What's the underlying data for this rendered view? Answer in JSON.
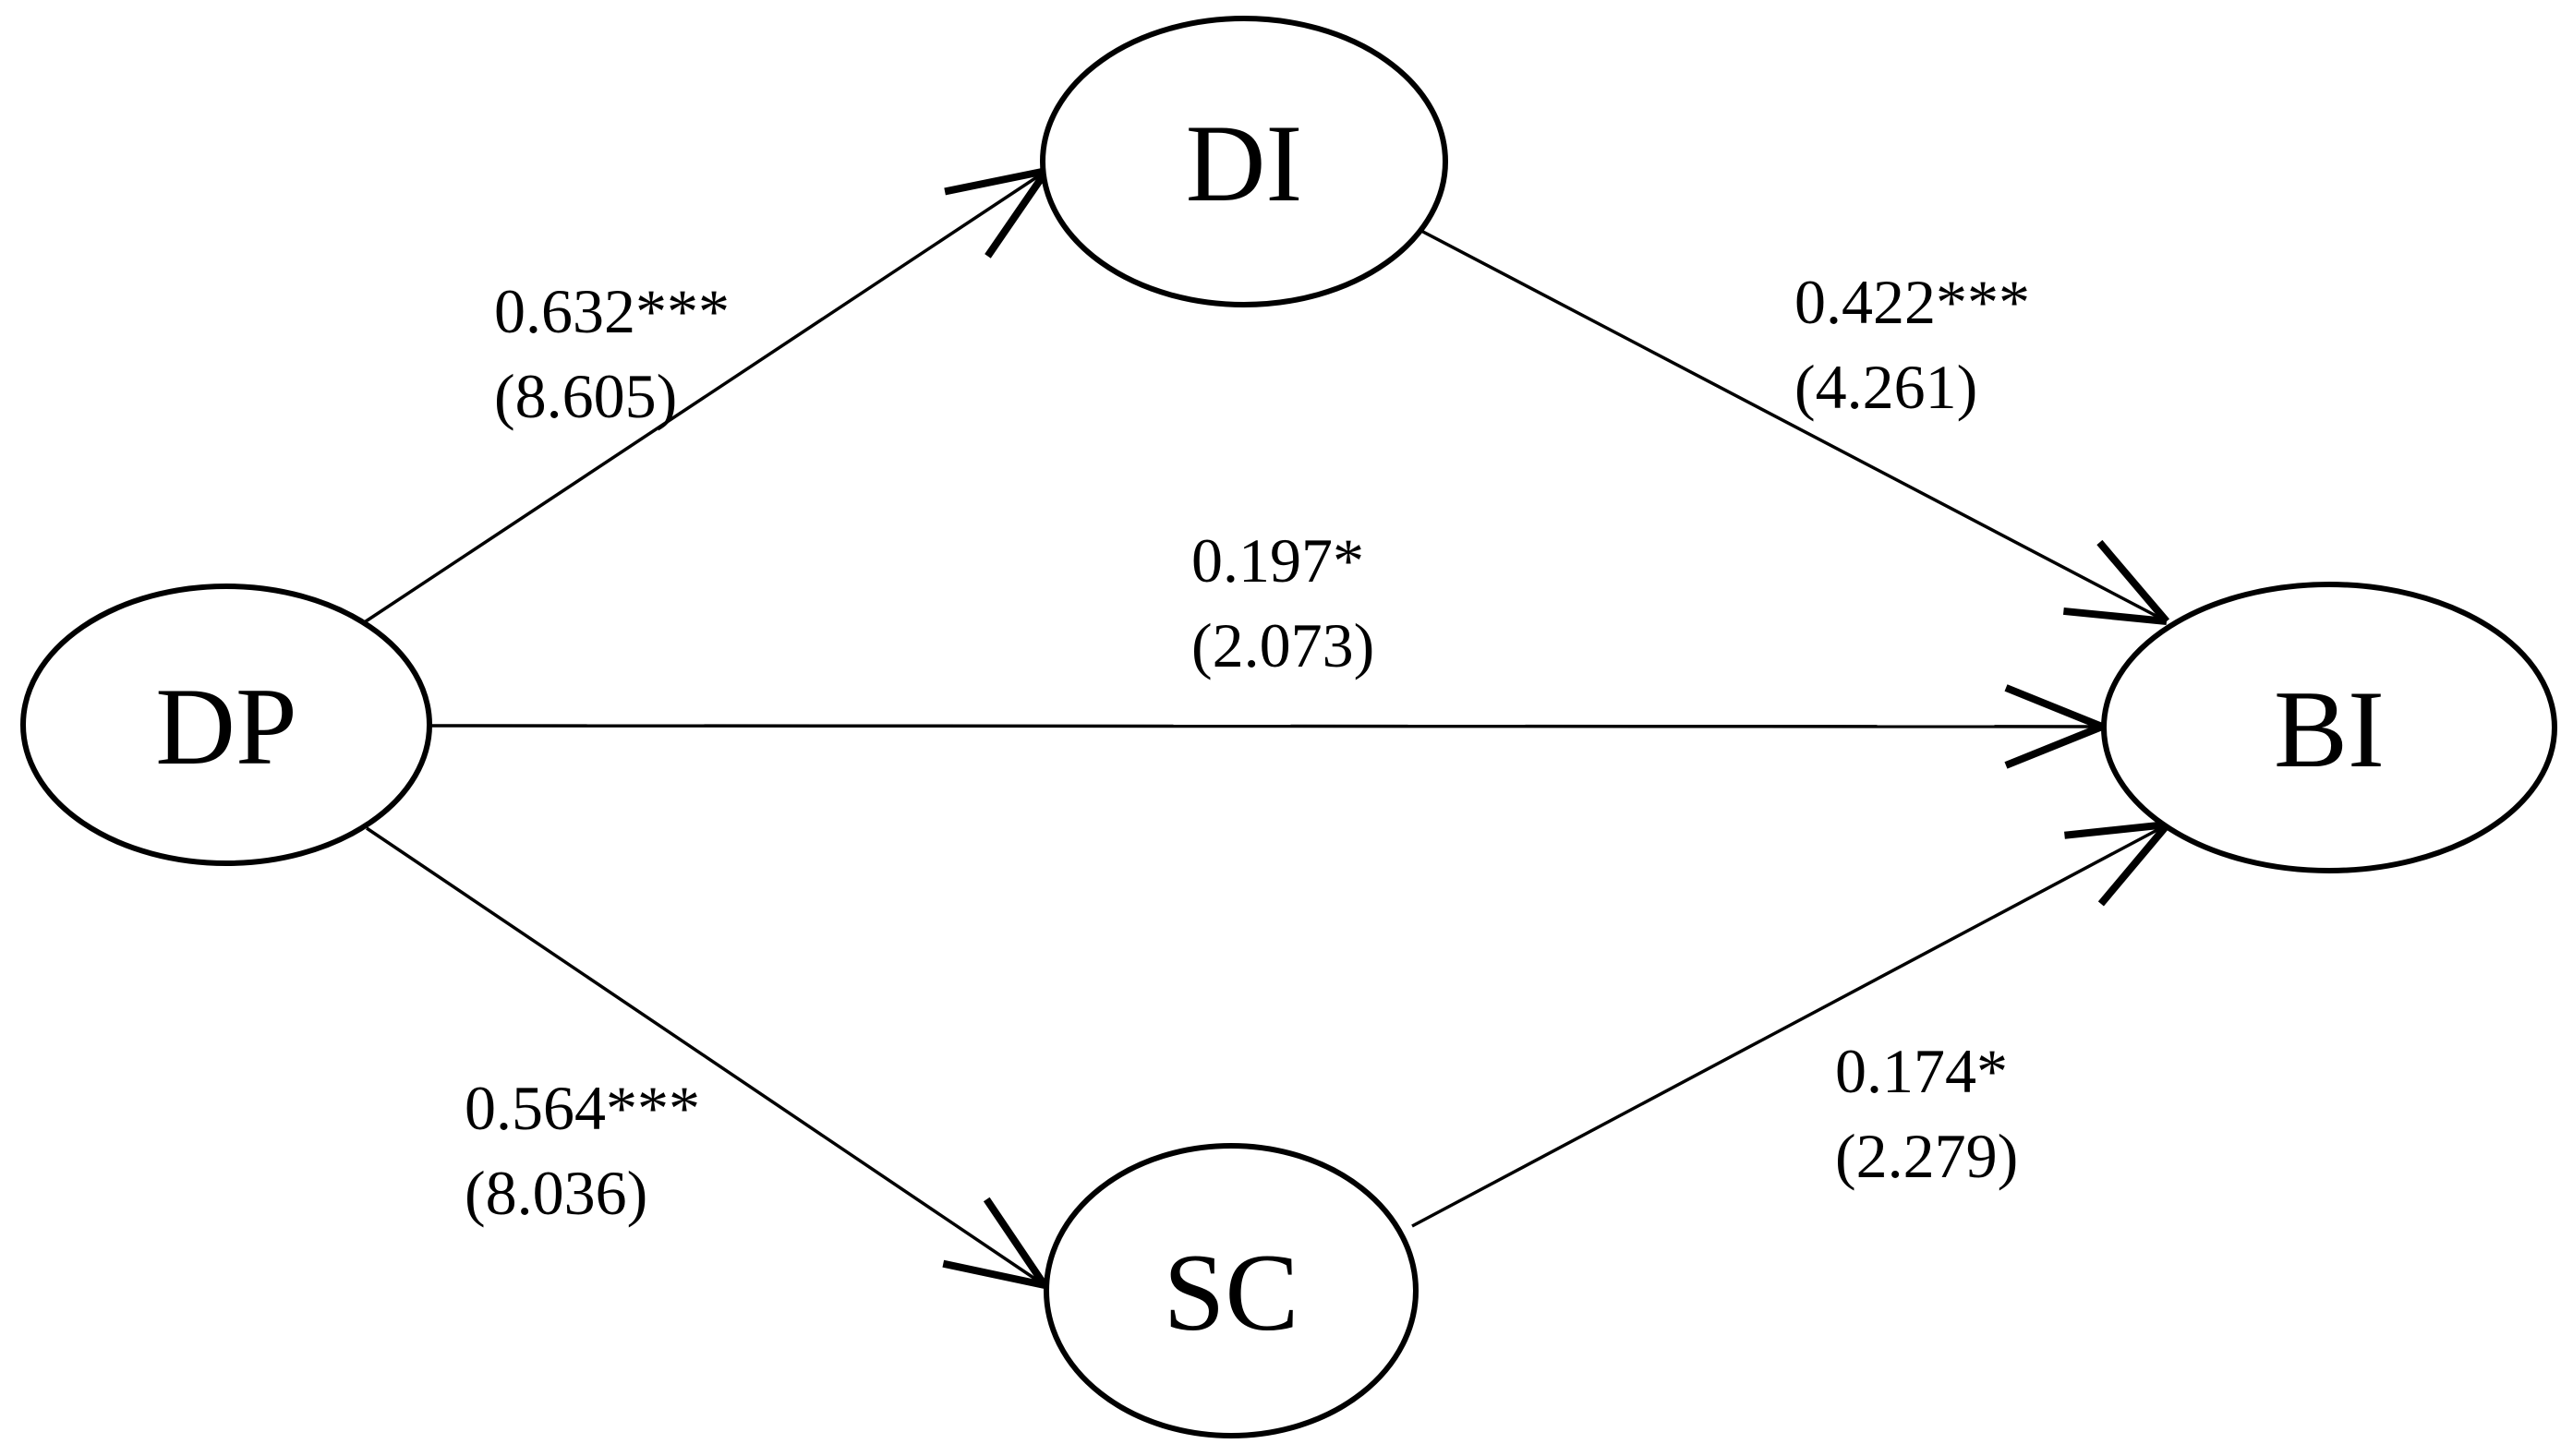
{
  "diagram": {
    "title": "structural path model",
    "background_color": "#ffffff",
    "ink_color": "#000000",
    "nodes": [
      {
        "id": "DP",
        "label": "DP",
        "position": "left"
      },
      {
        "id": "DI",
        "label": "DI",
        "position": "top"
      },
      {
        "id": "SC",
        "label": "SC",
        "position": "bottom"
      },
      {
        "id": "BI",
        "label": "BI",
        "position": "right"
      }
    ],
    "edges": [
      {
        "from": "DP",
        "to": "DI",
        "coefficient": "0.632***",
        "t_value": "(8.605)"
      },
      {
        "from": "DI",
        "to": "BI",
        "coefficient": "0.422***",
        "t_value": "(4.261)"
      },
      {
        "from": "DP",
        "to": "BI",
        "coefficient": "0.197*",
        "t_value": "(2.073)"
      },
      {
        "from": "DP",
        "to": "SC",
        "coefficient": "0.564***",
        "t_value": "(8.036)"
      },
      {
        "from": "SC",
        "to": "BI",
        "coefficient": "0.174*",
        "t_value": "(2.279)"
      }
    ]
  }
}
